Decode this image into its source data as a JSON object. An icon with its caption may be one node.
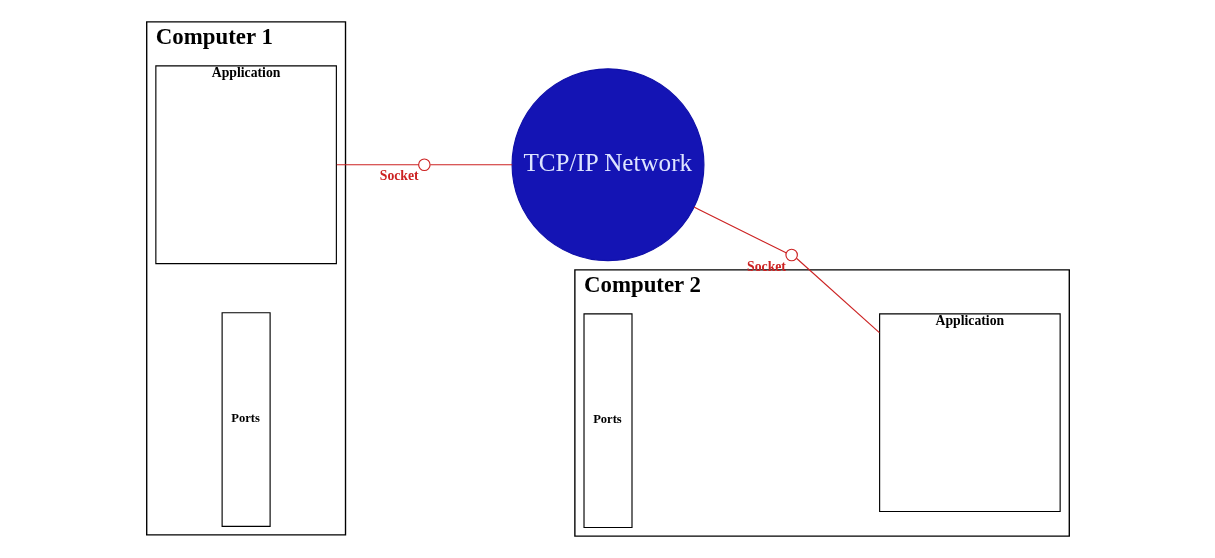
{
  "diagram": {
    "nodes": [
      {
        "text": [
          "Computer 1"
        ]
      },
      {
        "text": [
          "Application"
        ],
        "in": 0
      },
      {
        "text": [
          "Ports"
        ],
        "in": 0
      },
      {
        "text": [],
        "shape": "circle",
        "beside": [
          "Socket"
        ]
      },
      {
        "text": [
          "TCP/IP Network"
        ]
      },
      {
        "text": [
          "Computer 2"
        ]
      },
      {
        "text": [
          "Application"
        ],
        "in": 5
      },
      {
        "text": [
          "Ports"
        ],
        "in": 5
      },
      {
        "text": [],
        "shape": "circle",
        "beside": [
          "Socket"
        ]
      }
    ],
    "edges": [
      {
        "from": 1,
        "to": 3,
        "arrow": "none"
      },
      {
        "from": 3,
        "to": 4,
        "arrow": "none"
      },
      {
        "from": 4,
        "to": 8,
        "arrow": "none"
      },
      {
        "from": 8,
        "to": 6,
        "arrow": "none"
      }
    ]
  }
}
